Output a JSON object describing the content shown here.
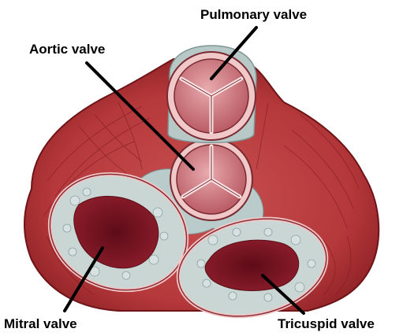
{
  "labels": {
    "pulmonary": "Pulmonary valve",
    "aortic": "Aortic valve",
    "mitral": "Mitral valve",
    "tricuspid": "Tricuspid valve"
  },
  "colors": {
    "myocardium": "#b5383a",
    "myocardium_dark": "#8a1f24",
    "myocardium_light": "#d8787a",
    "annulus_pink": "#f0c8c8",
    "valve_tissue": "#c9d6d4",
    "orifice": "#7a1220",
    "leader_line": "#000000"
  },
  "structures": {
    "heart": "heart-base-section",
    "valves": [
      "pulmonary-valve",
      "aortic-valve",
      "mitral-valve",
      "tricuspid-valve"
    ]
  }
}
